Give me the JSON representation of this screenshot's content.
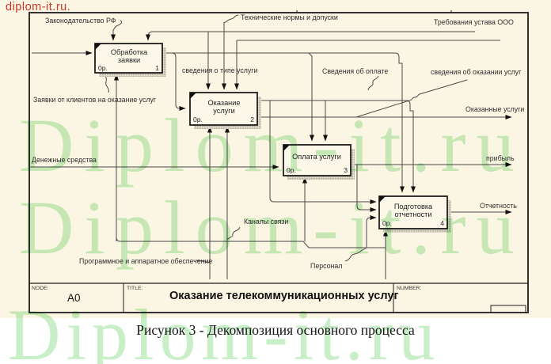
{
  "watermark": {
    "red_label": "diplom-it.ru.",
    "green_label": "Diplom-it.ru",
    "green_color": "#c9efc9",
    "red_color": "#cc3726"
  },
  "diagram": {
    "background_color": "#fbf6e3",
    "line_color": "#4a4a4a",
    "boxes": [
      {
        "line1": "Обработка",
        "line2": "заявки",
        "cost": "0р.",
        "num": "1"
      },
      {
        "line1": "Оказание",
        "line2": "услуги",
        "cost": "0р.",
        "num": "2"
      },
      {
        "line1": "Оплата услуги",
        "line2": "",
        "cost": "0р.",
        "num": "3"
      },
      {
        "line1": "Подготовка",
        "line2": "отчетности",
        "cost": "0р.",
        "num": "4"
      }
    ],
    "labels": {
      "law": "Законодательство РФ",
      "tech_norms": "Технические нормы и допуски",
      "charter": "Требования устава ООО",
      "client_requests": "Заявки от клиентов на оказание услуг",
      "service_type_info": "сведения о типе услуги",
      "payment_info": "Сведения об оплате",
      "service_render_info": "сведения об оказании услуг",
      "services_rendered": "Оказанные услуги",
      "money": "Денежные средства",
      "profit": "прибыль",
      "reporting": "Отчетность",
      "channels": "Каналы связи",
      "software": "Программное и аппаратное обеспечение",
      "personnel": "Персонал"
    }
  },
  "footer": {
    "node_label": "NODE:",
    "node_value": "A0",
    "title_label": "TITLE:",
    "title_value": "Оказание телекоммуникационных услуг",
    "number_label": "NUMBER:"
  },
  "caption": "Рисунок 3 - Декомпозиция основного процесса"
}
